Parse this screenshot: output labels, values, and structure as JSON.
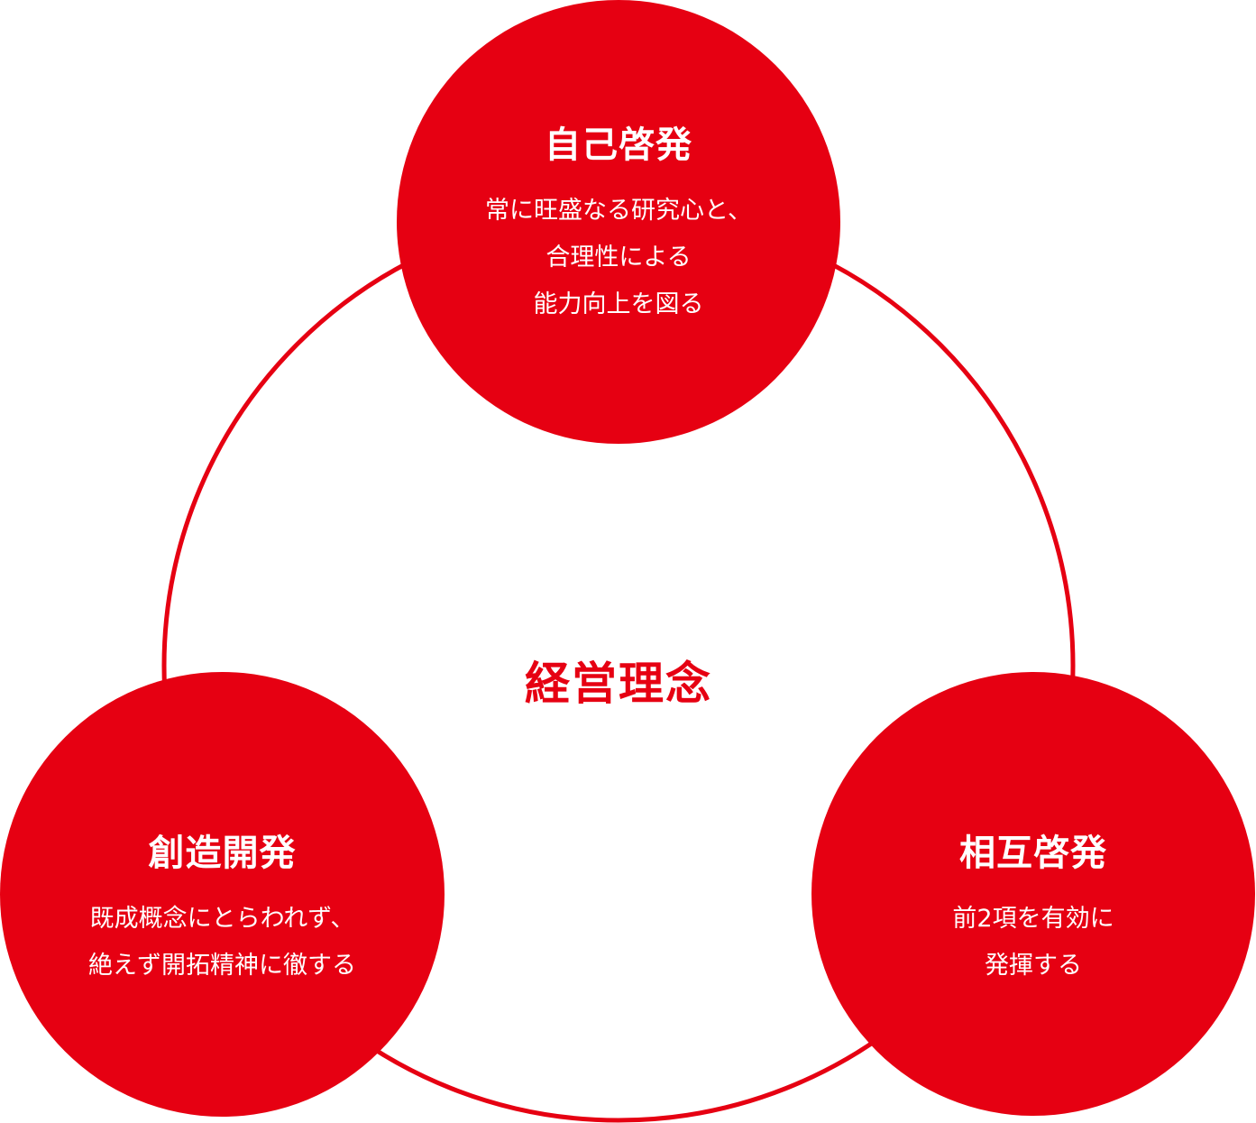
{
  "colors": {
    "accent": "#e60012",
    "background": "#ffffff",
    "node_text": "#ffffff"
  },
  "center": {
    "title": "経営理念"
  },
  "nodes": {
    "top": {
      "title": "自己啓発",
      "lines": [
        "常に旺盛なる研究心と、",
        "合理性による",
        "能力向上を図る"
      ]
    },
    "left": {
      "title": "創造開発",
      "lines": [
        "既成概念にとらわれず、",
        "絶えず開拓精神に徹する"
      ]
    },
    "right": {
      "title": "相互啓発",
      "lines": [
        "前2項を有効に",
        "発揮する"
      ]
    }
  }
}
